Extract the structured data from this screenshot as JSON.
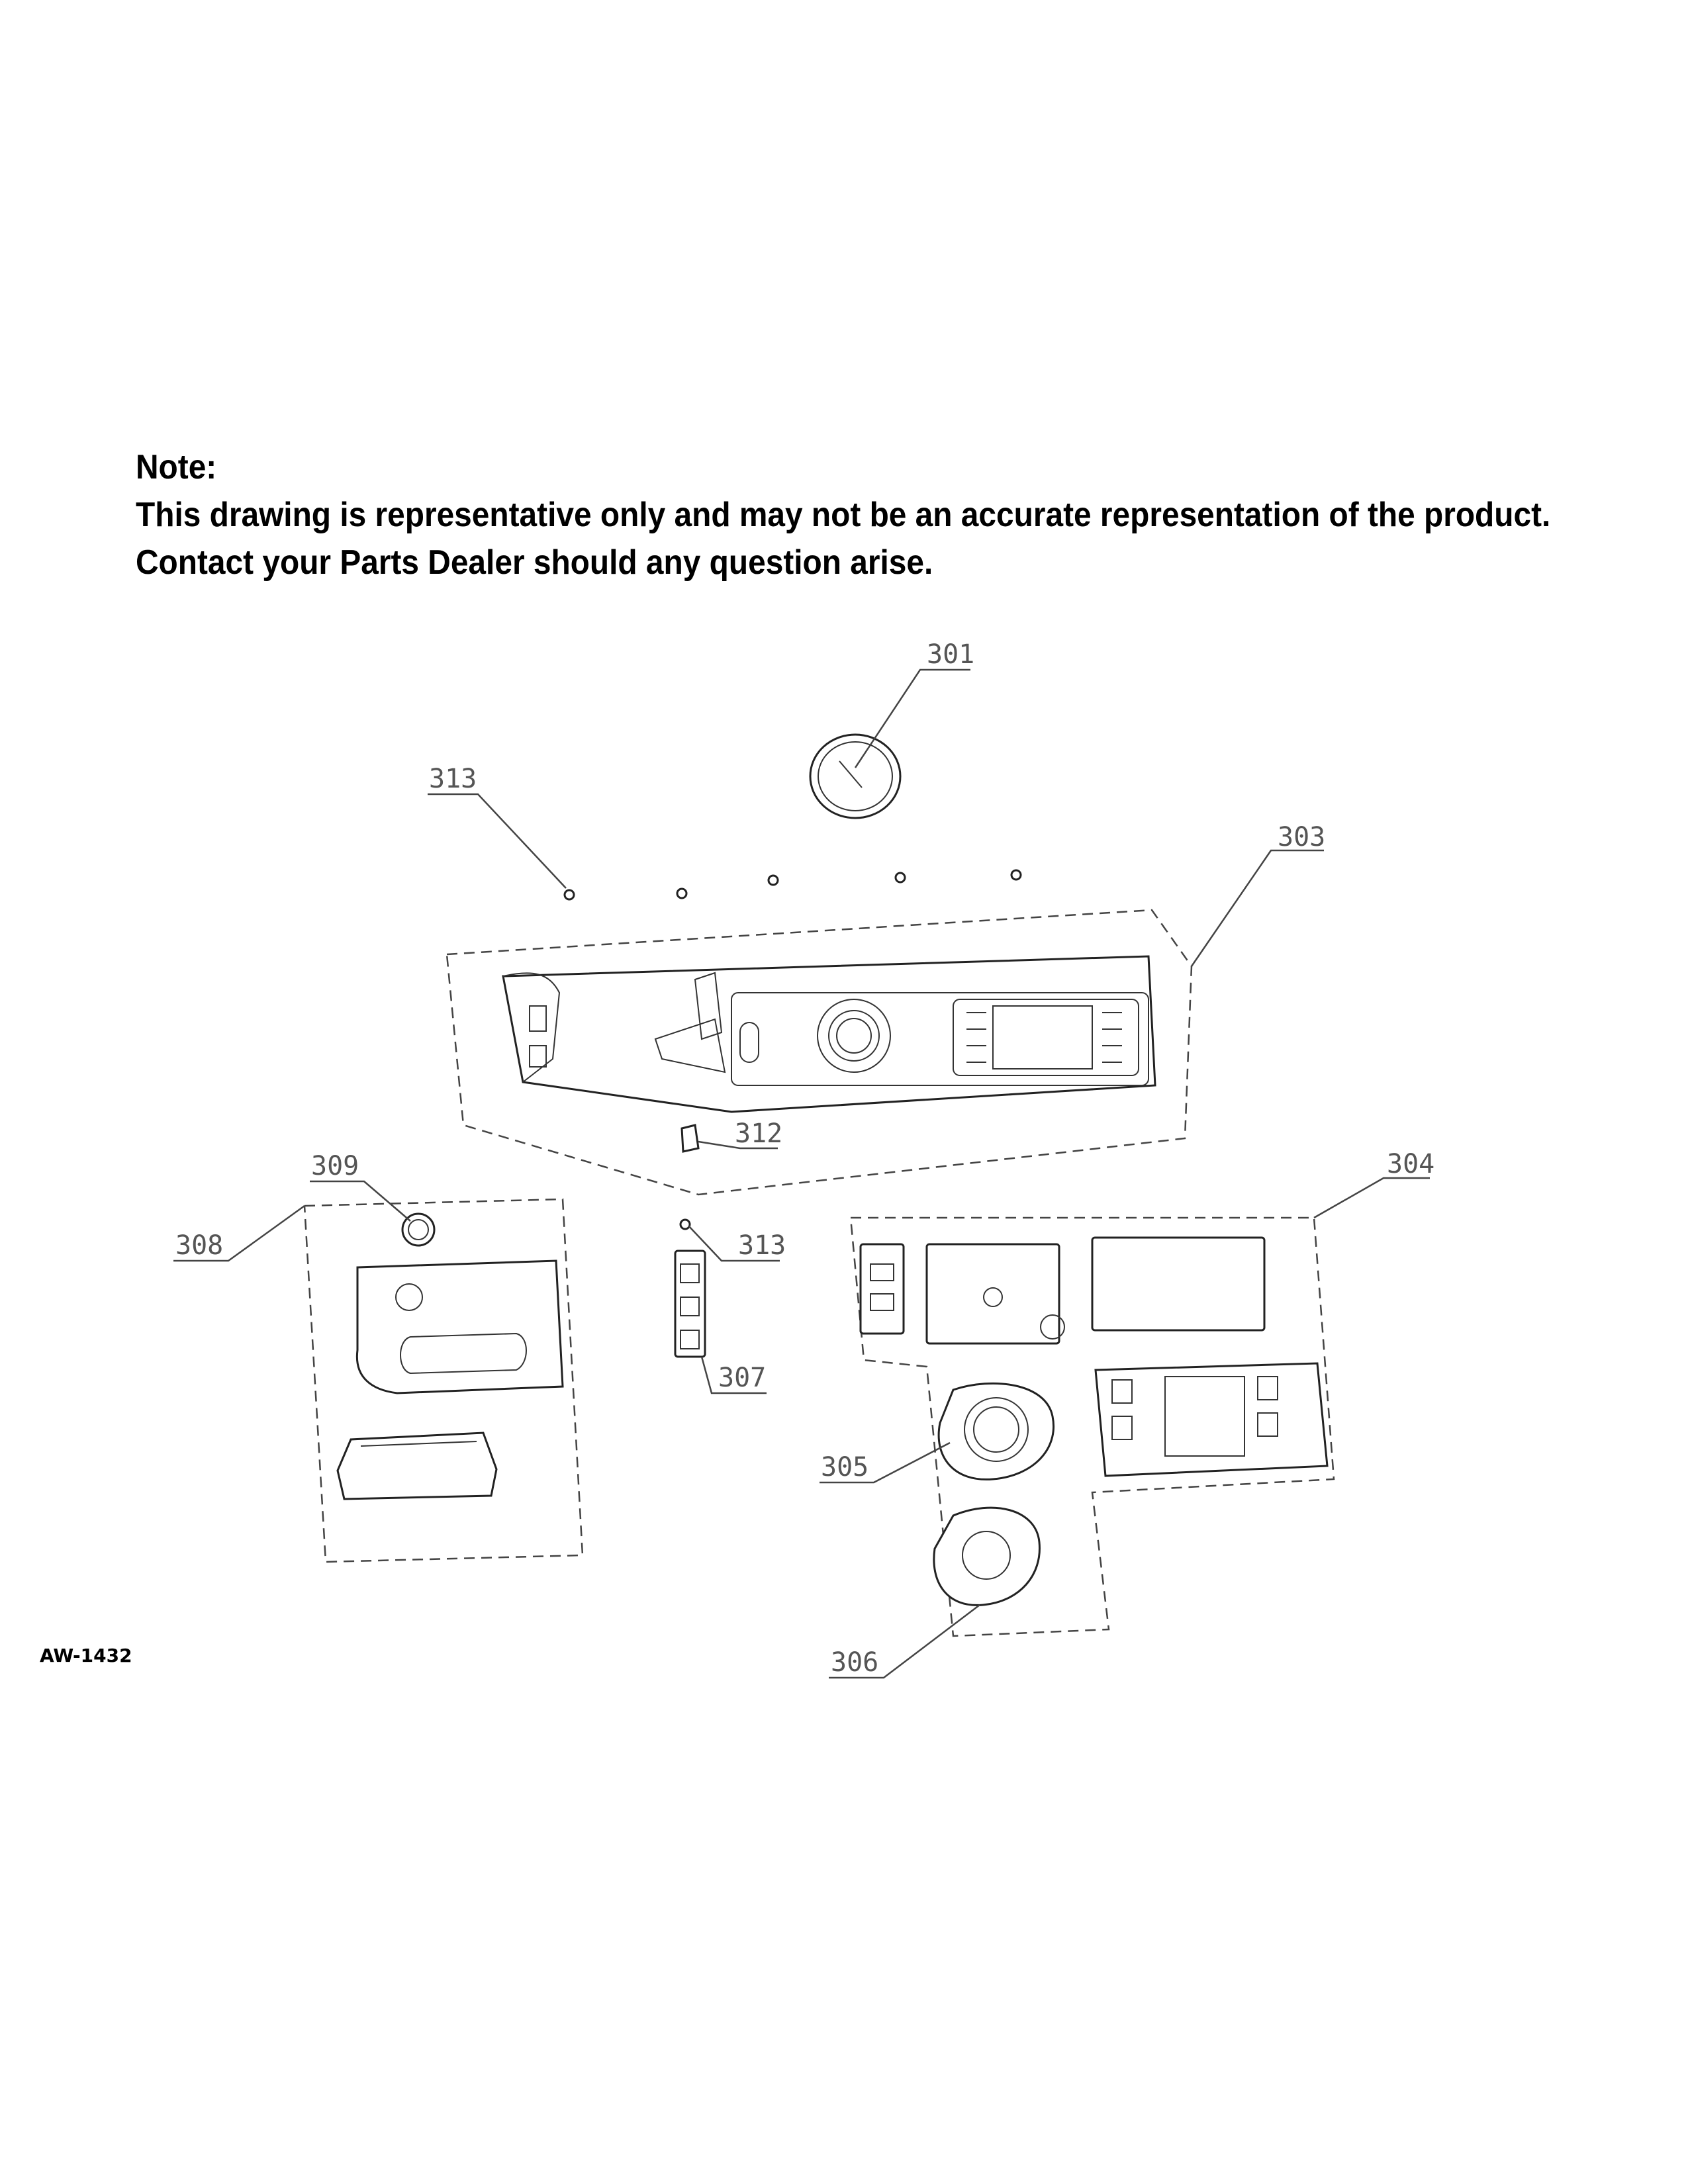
{
  "note": {
    "heading": "Note:",
    "line1": "This drawing is representative only and may not be an accurate representation of the product.",
    "line2": "Contact your Parts Dealer should any question arise."
  },
  "drawing_code": "AW-1432",
  "callouts": {
    "p301": "301",
    "p303": "303",
    "p304": "304",
    "p305": "305",
    "p306": "306",
    "p307": "307",
    "p308": "308",
    "p309": "309",
    "p312": "312",
    "p313a": "313",
    "p313b": "313"
  }
}
